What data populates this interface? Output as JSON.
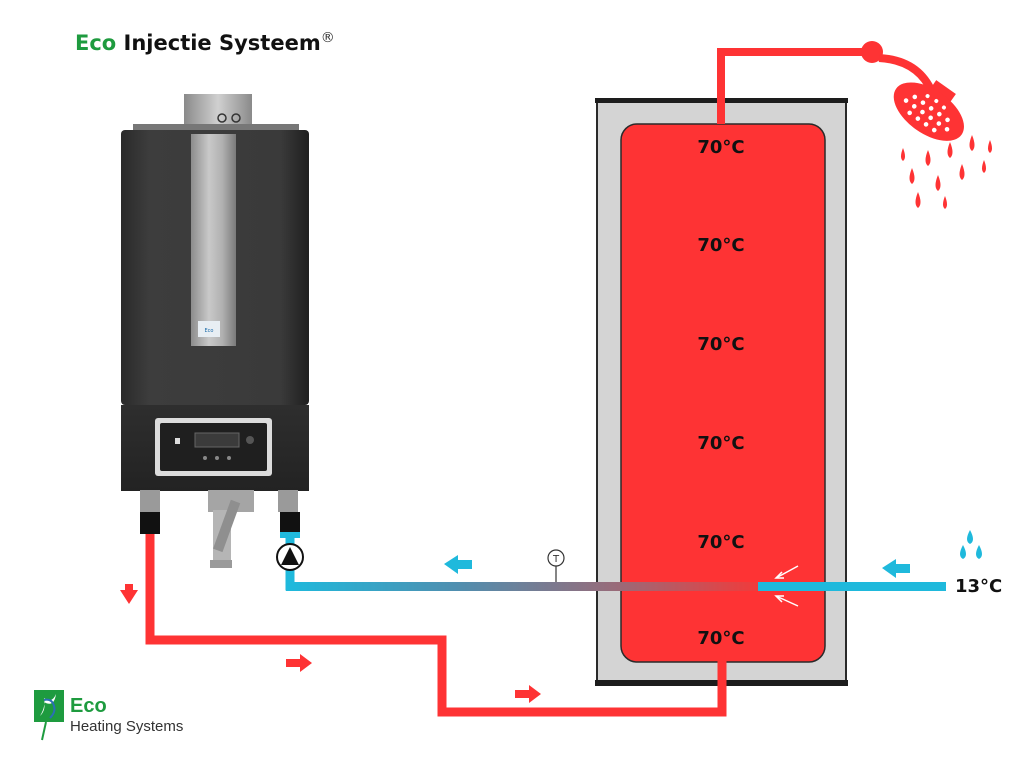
{
  "title": {
    "accent": "Eco",
    "rest": "Injectie Systeem",
    "mark": "®"
  },
  "tank": {
    "temperatures": [
      "70°C",
      "70°C",
      "70°C",
      "70°C",
      "70°C",
      "70°C"
    ]
  },
  "inlet": {
    "temperature": "13°C"
  },
  "sensor": {
    "symbol": "T"
  },
  "heater": {
    "badge_text": "Eco"
  },
  "logo": {
    "brand": "Eco",
    "subtitle": "Heating Systems"
  },
  "colors": {
    "hot": "#fe3334",
    "cold": "#1fb9dc",
    "insulation": "#d4d4d4",
    "brand_green": "#1e9b3f"
  }
}
